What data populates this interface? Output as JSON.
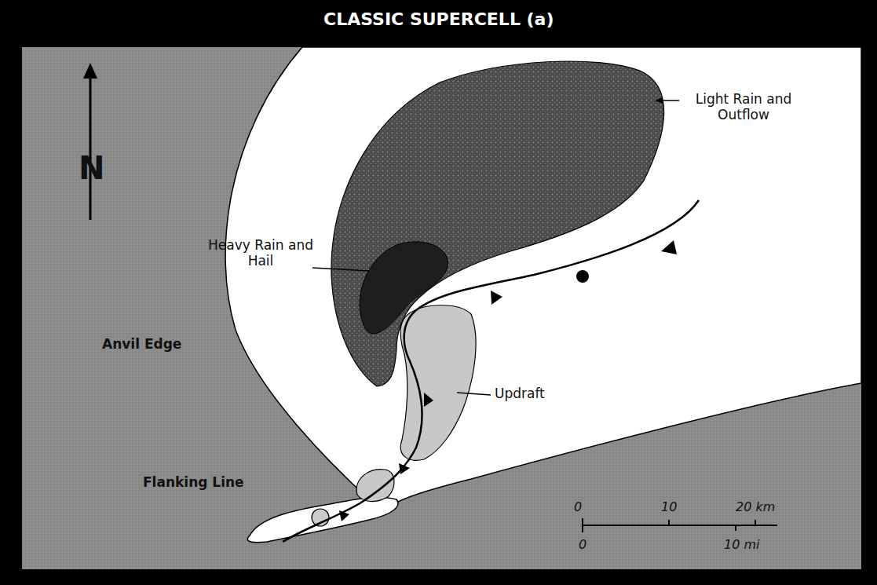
{
  "diagram": {
    "title": "CLASSIC SUPERCELL (a)",
    "labels": [
      "N",
      "Light Rain and Outflow",
      "Heavy Rain and Hail",
      "Anvil Edge",
      "Updraft",
      "Flanking Line",
      "0",
      "10",
      "20 km",
      "0",
      "10 mi"
    ]
  }
}
